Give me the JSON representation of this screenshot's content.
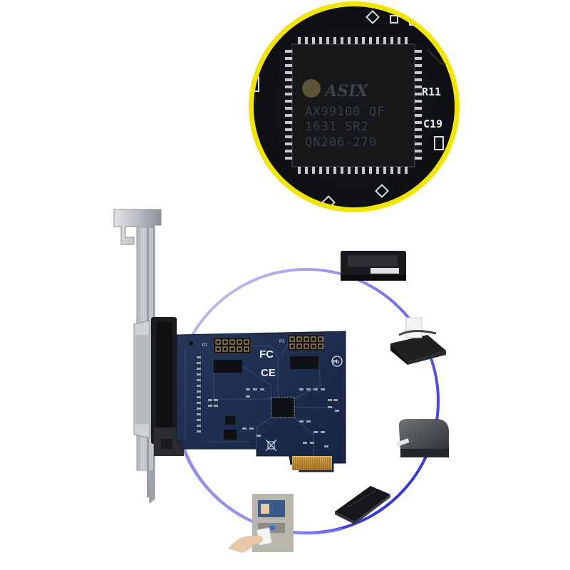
{
  "chip": {
    "brand": "ASIX",
    "line1": "AX99100 QF",
    "line2": "1631   SR2",
    "line3": "QN206-270",
    "silkscreen_r": "R11",
    "silkscreen_c": "C19"
  },
  "card": {
    "port_p1": "P1",
    "port_p2": "P2",
    "fcc_mark": "FC",
    "ce_mark": "CE",
    "pb_mark": "Pb"
  },
  "colors": {
    "lens_ring": "#f2e600",
    "pcb": "#1d2c4a",
    "circle_top": "#c9c3ee",
    "circle_right": "#1e22e0",
    "bracket": "#c9cbcf"
  },
  "devices": [
    {
      "name": "pos-terminal-icon"
    },
    {
      "name": "receipt-printer-icon"
    },
    {
      "name": "label-printer-icon"
    },
    {
      "name": "external-drive-icon"
    },
    {
      "name": "card-reader-icon"
    }
  ]
}
